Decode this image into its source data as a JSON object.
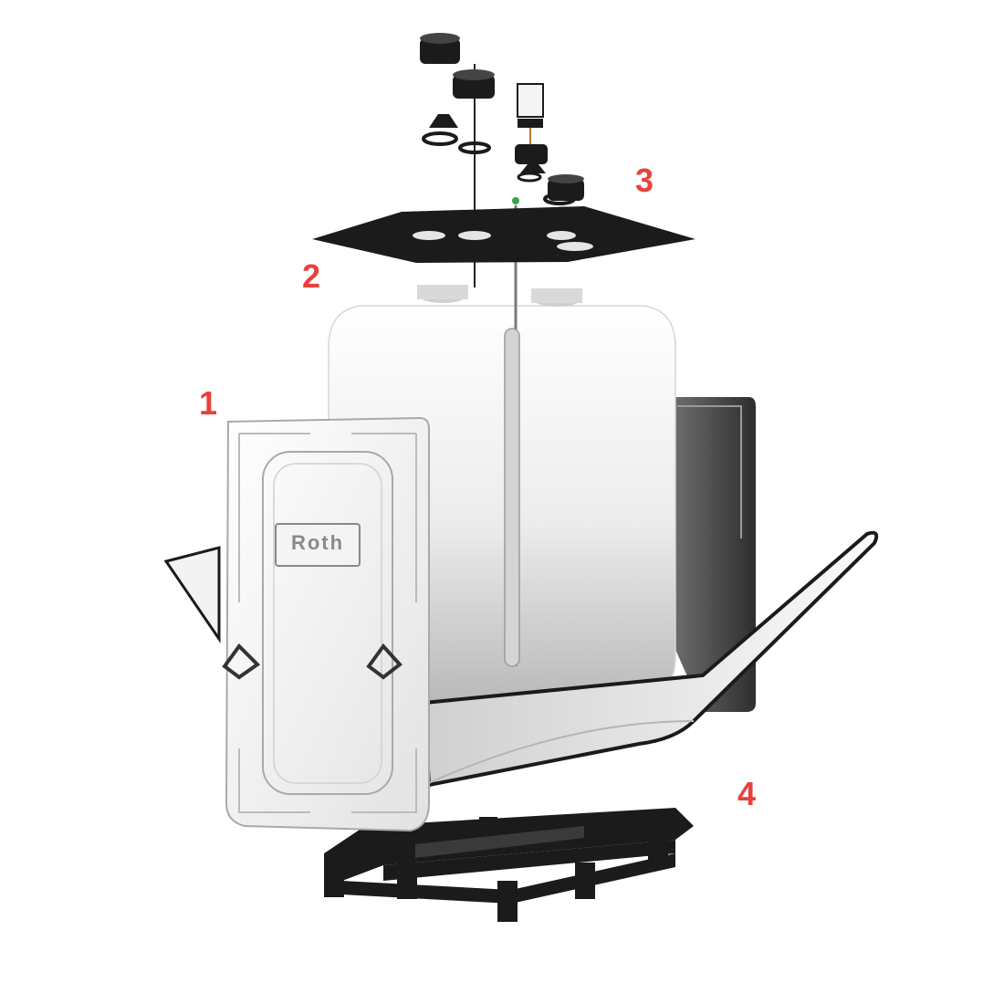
{
  "labels": {
    "part_1": "1",
    "part_2": "2",
    "part_3": "3",
    "part_4": "4"
  },
  "brand_logo": "Roth",
  "colors": {
    "callout": "#e8413c",
    "dark": "#1b1b1b",
    "panel_light": "#f1f1f1",
    "tank": "#e9e9e9",
    "outline": "#9a9a9a"
  }
}
